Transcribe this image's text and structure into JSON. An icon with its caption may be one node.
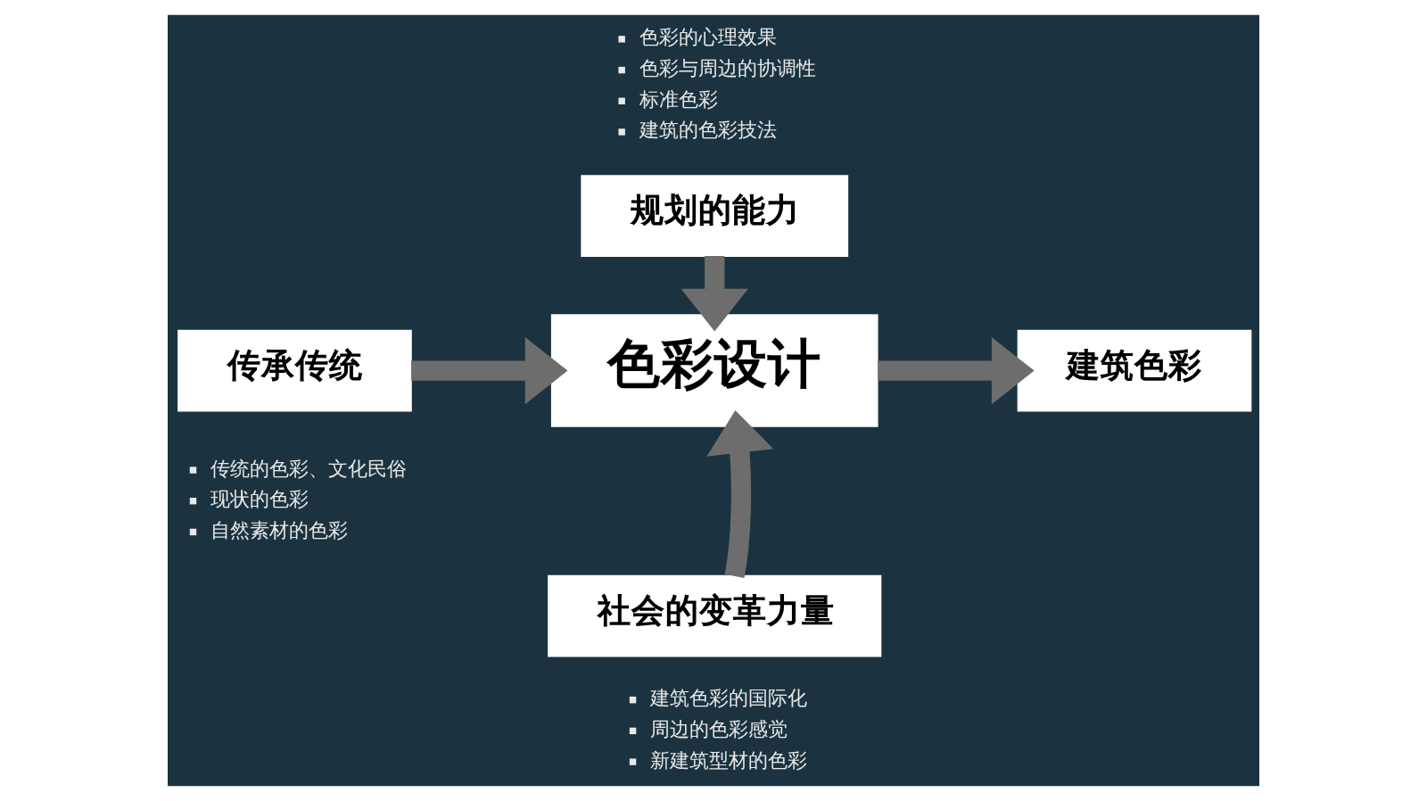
{
  "diagram": {
    "nodes": [
      {
        "text": [
          "规划的能力"
        ],
        "beside": [
          "色彩的心理效果",
          "色彩与周边的协调性",
          "标准色彩",
          "建筑的色彩技法"
        ]
      },
      {
        "text": [
          "传承传统"
        ],
        "beside": [
          "传统的色彩、文化民俗",
          "现状的色彩",
          "自然素材的色彩"
        ]
      },
      {
        "text": [
          "色彩设计"
        ]
      },
      {
        "text": [
          "建筑色彩"
        ]
      },
      {
        "text": [
          "社会的变革力量"
        ],
        "beside": [
          "建筑色彩的国际化",
          "周边的色彩感觉",
          "新建筑型材的色彩"
        ]
      }
    ],
    "edges": [
      {
        "from": 0,
        "to": 2,
        "arrow": "to"
      },
      {
        "from": 1,
        "to": 2,
        "arrow": "to"
      },
      {
        "from": 2,
        "to": 3,
        "arrow": "to"
      },
      {
        "from": 4,
        "to": 2,
        "arrow": "to"
      }
    ]
  }
}
